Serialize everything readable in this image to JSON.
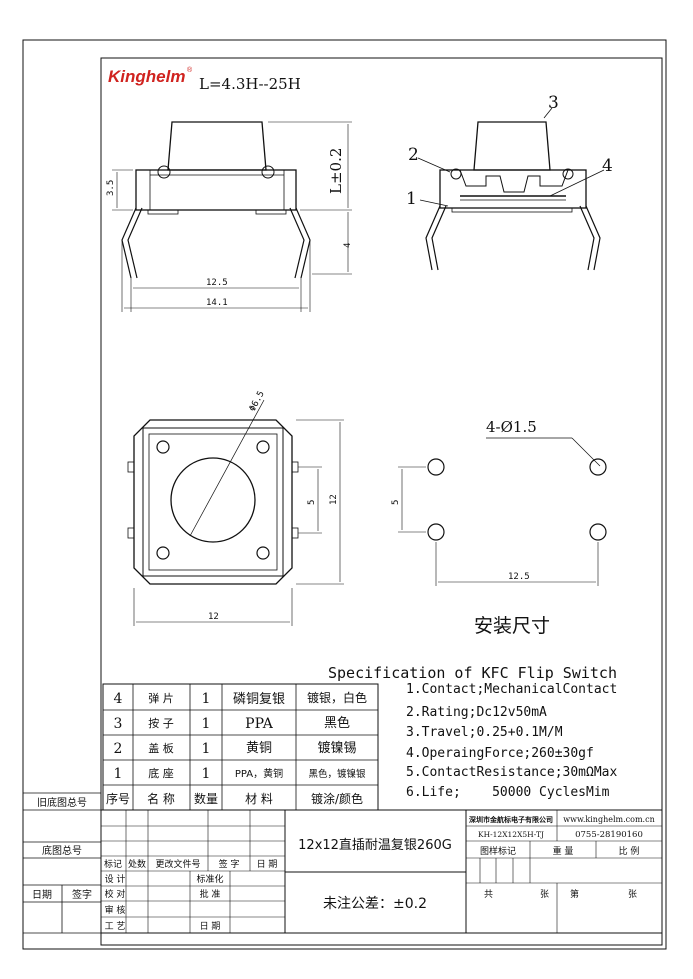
{
  "brand": {
    "name": "Kinghelm",
    "reg": "®",
    "color": "#d0231f"
  },
  "model_range": "L=4.3H--25H",
  "side_view": {
    "dim_height": "3.5",
    "dim_length": "L±0.2",
    "dim_pin": "4",
    "dim_pitch": "12.5",
    "dim_width": "14.1"
  },
  "section_view": {
    "callouts": [
      "1",
      "2",
      "3",
      "4"
    ]
  },
  "top_view": {
    "dim_diameter": "Φ6.5",
    "dim_pitch": "5",
    "dim_height": "12",
    "dim_width": "12"
  },
  "install_view": {
    "hole_spec": "4-Ø1.5",
    "dim_v": "5",
    "dim_h": "12.5",
    "title": "安装尺寸"
  },
  "spec_title": "Specification of KFC Flip Switch",
  "bom_rows": [
    {
      "no": "4",
      "name": "弹  片",
      "qty": "1",
      "material": "磷铜复银",
      "finish": "镀银，白色"
    },
    {
      "no": "3",
      "name": "按  子",
      "qty": "1",
      "material": "PPA",
      "finish": "黑色"
    },
    {
      "no": "2",
      "name": "盖  板",
      "qty": "1",
      "material": "黄铜",
      "finish": "镀镍锡"
    },
    {
      "no": "1",
      "name": "底  座",
      "qty": "1",
      "material": "PPA，黄铜",
      "finish": "黑色，镀镍银"
    }
  ],
  "bom_header": {
    "no": "序号",
    "name": "名  称",
    "qty": "数量",
    "material": "材  料",
    "finish": "镀涂/颜色"
  },
  "specs": [
    "1.Contact;MechanicalContact",
    "2.Rating;Dc12v50mA",
    "3.Travel;0.25+0.1M/M",
    "4.OperaingForce;260±30gf",
    "5.ContactResistance;30mΩMax",
    "6.Life;    50000 CyclesMim"
  ],
  "side_labels": {
    "old_doc": "旧底图总号",
    "base_doc": "底图总号",
    "date": "日期",
    "sign": "签字"
  },
  "title_block": {
    "rev_header": [
      "标记",
      "处数",
      "更改文件号",
      "签  字",
      "日  期"
    ],
    "roles_left": [
      "设  计",
      "校  对",
      "审  核",
      "工  艺"
    ],
    "roles_right": [
      "标准化",
      "批  准",
      "",
      "日  期"
    ],
    "product": "12x12直插耐温复银260G",
    "tolerance": "未注公差：±0.2",
    "company": "深圳市金航标电子有限公司",
    "website": "www.kinghelm.com.cn",
    "part_no": "KH-12X12X5H-TJ",
    "phone": "0755-28190160",
    "drawing_mark": "图样标记",
    "weight": "重  量",
    "scale": "比  例",
    "sheets_total": "共",
    "sheet_unit": "张",
    "sheet_no": "第",
    "sheet_unit2": "张"
  }
}
